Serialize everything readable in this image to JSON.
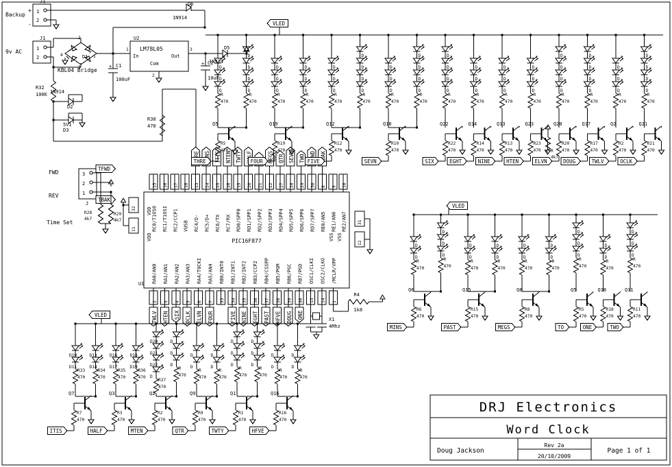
{
  "sheet": {
    "title": "Word Clock",
    "company": "DRJ Electronics",
    "author": "Doug Jackson",
    "rev": "Rev 2a",
    "date": "20/10/2009",
    "page": "Page 1 of 1"
  },
  "power": {
    "backup_label": "Backup",
    "backup_plus": "+",
    "backup_minus": "-",
    "ac_label": "9v AC",
    "j1_a": "J1",
    "j1_b": "J1",
    "pin1": "1",
    "pin2": "2",
    "bridge_ref": "D1",
    "bridge_name": "KBL04 Bridge",
    "bridge_pins": {
      "p1": "1",
      "p2": "2",
      "p3": "3",
      "p4": "4"
    },
    "bridge_plus": "+",
    "bridge_minus": "-",
    "bridge_ac1": "~",
    "bridge_ac2": "~",
    "u2_ref": "U2",
    "u2_name": "LM78L05",
    "u2_in": "In",
    "u2_out": "Out",
    "u2_com": "Com",
    "u2_p1": "1",
    "u2_p2": "2",
    "u2_p3": "3",
    "c1_ref": "C1",
    "c1_val": "100uF",
    "c2_ref": "C2",
    "c2_val": "10uF",
    "d5_ref": "D5",
    "d5_val": "1N914",
    "d6_ref": "D6",
    "d6_val": "1N914",
    "d2_ref": "D2",
    "d2_val": "1N914",
    "d3_ref": "D3",
    "d3_val": "5V1",
    "r32_ref": "R32",
    "r32_val": "100K",
    "r30_ref": "R30",
    "r30_val": "470"
  },
  "timeset": {
    "title": "Time Set",
    "fwd": "FWD",
    "rev": "REV",
    "conn": "J",
    "p3": "3",
    "p2": "2",
    "p1": "1",
    "net_fwd": "TFWD",
    "net_bak": "TBAK",
    "r28_ref": "R28",
    "r28_val": "4k7",
    "r29_ref": "R29",
    "r29_val": "4k7"
  },
  "mcu": {
    "ref": "U1",
    "part": "PIC16F877",
    "vdd": "VDD",
    "vss": "VSS",
    "vdd_pins": [
      "11",
      "32"
    ],
    "vss_pins": [
      "12",
      "31"
    ],
    "top_pins": [
      {
        "num": "15",
        "name": "RC0/T1OS0",
        "net": ""
      },
      {
        "num": "16",
        "name": "RC1/T1OSI",
        "net": ""
      },
      {
        "num": "17",
        "name": "RC2/CCP1",
        "net": ""
      },
      {
        "num": "18",
        "name": "VUSB",
        "net": ""
      },
      {
        "num": "23",
        "name": "RC4/D-",
        "net": "THRE"
      },
      {
        "num": "24",
        "name": "RC5/D+",
        "net": "MINS"
      },
      {
        "num": "25",
        "name": "RC6/TX",
        "net": "ITIS"
      },
      {
        "num": "26",
        "name": "RC7/RX",
        "net": "NTEN"
      },
      {
        "num": "19",
        "name": "RD0/SPP0",
        "net": "TWTY"
      },
      {
        "num": "20",
        "name": "RD1/SPP1",
        "net": "HALF"
      },
      {
        "num": "21",
        "name": "RD2/SPP2",
        "net": "TO"
      },
      {
        "num": "22",
        "name": "RD3/SPP3",
        "net": "MEGS"
      },
      {
        "num": "27",
        "name": "RD4/SPP4",
        "net": "QTR"
      },
      {
        "num": "28",
        "name": "RD5/SPP5",
        "net": "SEVN"
      },
      {
        "num": "29",
        "name": "RD6/SPP6",
        "net": "TWO"
      },
      {
        "num": "30",
        "name": "RD7/SPP7",
        "net": "TFWD"
      },
      {
        "num": "8",
        "name": "RE0/AN5",
        "net": "TBAK"
      },
      {
        "num": "9",
        "name": "RE1/AN6",
        "net": ""
      },
      {
        "num": "10",
        "name": "RE2/AN7",
        "net": ""
      }
    ],
    "bottom_pins": [
      {
        "num": "2",
        "name": "RA0/AN0",
        "net": "TWLV"
      },
      {
        "num": "3",
        "name": "RA1/AN1",
        "net": "HTEN"
      },
      {
        "num": "4",
        "name": "RA2/AN2",
        "net": "SIX"
      },
      {
        "num": "5",
        "name": "RA3/AN3",
        "net": "OCLK"
      },
      {
        "num": "6",
        "name": "RA4/T0CKI",
        "net": "ELVN"
      },
      {
        "num": "7",
        "name": "RA5/AN4",
        "net": "FOUR"
      },
      {
        "num": "33",
        "name": "RB0/INT0",
        "net": ""
      },
      {
        "num": "34",
        "name": "RB1/INT1",
        "net": "FIVE"
      },
      {
        "num": "35",
        "name": "RB2/INT2",
        "net": "NINE"
      },
      {
        "num": "36",
        "name": "RB3/CCP2",
        "net": "EGHT"
      },
      {
        "num": "37",
        "name": "RB4/CSSPP",
        "net": "PAST"
      },
      {
        "num": "38",
        "name": "RB5/PGM",
        "net": "HFVE"
      },
      {
        "num": "39",
        "name": "RB6/PGC",
        "net": "DOUG"
      },
      {
        "num": "40",
        "name": "RB7/PGD",
        "net": "ONE"
      },
      {
        "num": "13",
        "name": "OSC1/CLKI",
        "net": ""
      },
      {
        "num": "14",
        "name": "OSC2/CLKO",
        "net": ""
      },
      {
        "num": "1",
        "name": "/MCLR/VPP",
        "net": ""
      }
    ],
    "r4_ref": "R4",
    "r4_val": "1k8",
    "x1_ref": "X1",
    "x1_val": "4Mhz"
  },
  "rails": {
    "vled": "VLED",
    "vled_2": "VLED",
    "vled_3": "VLED"
  },
  "led_groups": [
    {
      "id": "top-row",
      "vled": "VLED",
      "columns": [
        {
          "net": "THRE",
          "q": "Q5",
          "rq": "R5",
          "rq_val": "470",
          "leds": 3,
          "rval": "470",
          "rref": "R"
        },
        {
          "net": "",
          "q": "",
          "rq": "",
          "rq_val": "",
          "leds": 4,
          "rval": "470",
          "rref": "R"
        },
        {
          "net": "FOUR",
          "q": "Q19",
          "rq": "R19",
          "rq_val": "470",
          "leds": 3,
          "rval": "470",
          "rref": "R"
        },
        {
          "net": "",
          "q": "",
          "rq": "",
          "rq_val": "",
          "leds": 3,
          "rval": "470",
          "rref": "R"
        },
        {
          "net": "FIVE",
          "q": "Q12",
          "rq": "R12",
          "rq_val": "470",
          "leds": 3,
          "rval": "470",
          "rref": "R"
        },
        {
          "net": "",
          "q": "",
          "rq": "",
          "rq_val": "",
          "leds": 4,
          "rval": "470",
          "rref": "R"
        },
        {
          "net": "SEVN",
          "q": "Q10",
          "rq": "R10",
          "rq_val": "470",
          "leds": 3,
          "rval": "470",
          "rref": "R"
        },
        {
          "net": "",
          "q": "",
          "rq": "",
          "rq_val": "",
          "leds": 4,
          "rval": "470",
          "rref": "R"
        },
        {
          "net": "SIX",
          "q": "Q22",
          "rq": "R22",
          "rq_val": "470",
          "leds": 4,
          "rval": "470",
          "rref": "R"
        },
        {
          "net": "EGHT",
          "q": "Q14",
          "rq": "R14",
          "rq_val": "470",
          "leds": 3,
          "rval": "470",
          "rref": "R"
        },
        {
          "net": "NINE",
          "q": "Q13",
          "rq": "R13",
          "rq_val": "470",
          "leds": 3,
          "rval": "470",
          "rref": "R"
        },
        {
          "net": "HTEN",
          "q": "Q23",
          "rq": "R23",
          "rq_val": "470",
          "leds": 3,
          "rval": "470",
          "rref": "R"
        },
        {
          "net": "ELVN",
          "q": "Q20",
          "rq": "R20",
          "rq_val": "470",
          "leds": 4,
          "rval": "470",
          "rref": "R"
        },
        {
          "net": "DOUG",
          "q": "Q17",
          "rq": "R17",
          "rq_val": "470",
          "leds": 4,
          "rval": "470",
          "rref": "R"
        },
        {
          "net": "TWLV",
          "q": "Q2",
          "rq": "R2",
          "rq_val": "470",
          "leds": 3,
          "rval": "470",
          "rref": "R"
        },
        {
          "net": "OCLK",
          "q": "Q21",
          "rq": "R21",
          "rq_val": "470",
          "leds": 4,
          "rval": "470",
          "rref": "R"
        }
      ],
      "extra_r": {
        "ref": "R",
        "val": "4k7"
      }
    }
  ],
  "right_group": {
    "vled": "VLED",
    "columns": [
      {
        "net": "MINS",
        "q": "Q6",
        "rq": "R6",
        "rq_val": "470",
        "leds": 2
      },
      {
        "net": "",
        "q": "",
        "rq": "",
        "rq_val": "",
        "leds": 3
      },
      {
        "net": "PAST",
        "q": "Q15",
        "rq": "R15",
        "rq_val": "470",
        "leds": 2
      },
      {
        "net": "",
        "q": "",
        "rq": "",
        "rq_val": "",
        "leds": 2
      },
      {
        "net": "MEGS",
        "q": "Q8",
        "rq": "R8",
        "rq_val": "470",
        "leds": 2
      },
      {
        "net": "",
        "q": "",
        "rq": "",
        "rq_val": "",
        "leds": 2
      },
      {
        "net": "TO",
        "q": "Q5",
        "rq": "R5",
        "rq_val": "470",
        "leds": 3
      },
      {
        "net": "ONE",
        "q": "Q18",
        "rq": "R18",
        "rq_val": "470",
        "leds": 2
      },
      {
        "net": "TWO",
        "q": "Q11",
        "rq": "R11",
        "rq_val": "470",
        "leds": 3
      }
    ]
  },
  "bottom_group": {
    "vled": "VLED",
    "columns": [
      {
        "net": "ITIS",
        "q": "Q7",
        "rq": "R7",
        "rq_val": "470",
        "leds": 2,
        "d_top": "D10",
        "d_bot": "D11",
        "r": "R33",
        "rval": "470"
      },
      {
        "net": "",
        "q": "",
        "rq": "",
        "rq_val": "",
        "leds": 2,
        "d_top": "D13",
        "d_bot": "D14",
        "r": "R34",
        "rval": "470"
      },
      {
        "net": "HALF",
        "q": "Q3",
        "rq": "R3",
        "rq_val": "470",
        "leds": 2,
        "d_top": "D16",
        "d_bot": "D17",
        "r": "R35",
        "rval": "470"
      },
      {
        "net": "",
        "q": "",
        "rq": "",
        "rq_val": "",
        "leds": 2,
        "d_top": "D18",
        "d_bot": "D19",
        "r": "R36",
        "rval": "470"
      },
      {
        "net": "MTEN",
        "q": "Q2",
        "rq": "R2",
        "rq_val": "470",
        "leds": 3,
        "d_top": "D21",
        "d_bot": "D22",
        "r": "R37",
        "rval": "470",
        "d_extra": "D20"
      },
      {
        "net": "",
        "q": "",
        "rq": "",
        "rq_val": "",
        "leds": 3,
        "d_top": "D",
        "d_bot": "D",
        "r": "R",
        "rval": "470"
      },
      {
        "net": "QTR",
        "q": "Q9",
        "rq": "R9",
        "rq_val": "470",
        "leds": 2,
        "d_top": "D",
        "d_bot": "D",
        "r": "R",
        "rval": "470"
      },
      {
        "net": "",
        "q": "",
        "rq": "",
        "rq_val": "",
        "leds": 2,
        "d_top": "D",
        "d_bot": "D",
        "r": "R",
        "rval": "470"
      },
      {
        "net": "TWTY",
        "q": "Q1",
        "rq": "R1",
        "rq_val": "470",
        "leds": 3,
        "d_top": "D",
        "d_bot": "D",
        "r": "R",
        "rval": "470"
      },
      {
        "net": "",
        "q": "",
        "rq": "",
        "rq_val": "",
        "leds": 3,
        "d_top": "D",
        "d_bot": "D",
        "r": "R",
        "rval": "470"
      },
      {
        "net": "HFVE",
        "q": "Q16",
        "rq": "R16",
        "rq_val": "470",
        "leds": 2,
        "d_top": "D",
        "d_bot": "D",
        "r": "R",
        "rval": "470"
      },
      {
        "net": "",
        "q": "",
        "rq": "",
        "rq_val": "",
        "leds": 2,
        "d_top": "D",
        "d_bot": "D",
        "r": "R",
        "rval": "470"
      }
    ]
  },
  "symbols": {
    "diode_letter": "D",
    "res_letter": "R",
    "res_common": "470"
  }
}
